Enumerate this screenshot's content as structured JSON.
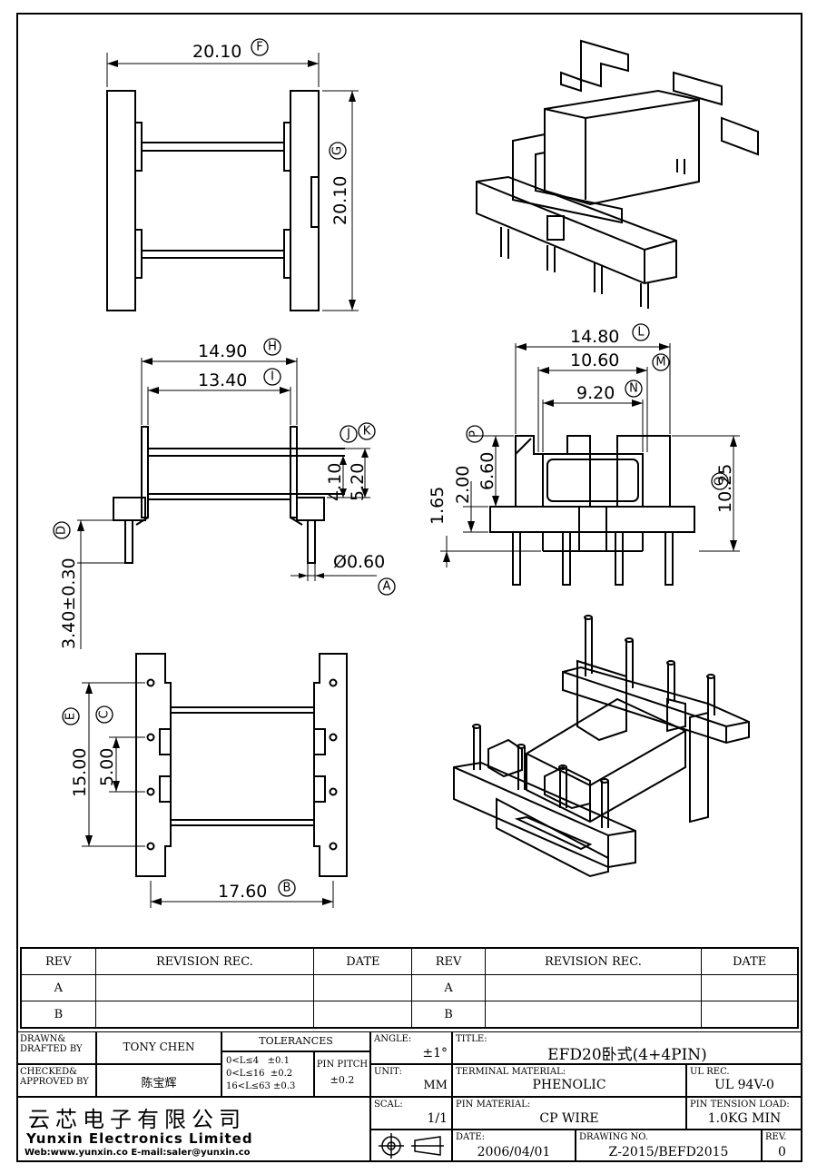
{
  "dims": {
    "d1": "20.10",
    "d1_tag": "F",
    "d2": "20.10",
    "d2_tag": "G",
    "d3": "14.90",
    "d3_tag": "H",
    "d4": "13.40",
    "d4_tag": "I",
    "d5a_tag": "J",
    "d5b_tag": "K",
    "d5": "4.10",
    "d6": "5.20",
    "d7": "3.40±0.30",
    "d7_tag": "D",
    "d8": "Ø0.60",
    "d8_tag": "A",
    "d9": "14.80",
    "d9_tag": "L",
    "d10": "10.60",
    "d10_tag": "M",
    "d11": "9.20",
    "d11_tag": "N",
    "d12": "6.60",
    "d12_tag": "P",
    "d13": "2.00",
    "d14": "1.65",
    "d15": "10.25",
    "d15_tag": "Q",
    "d16": "15.00",
    "d16_tag": "E",
    "d17": "5.00",
    "d17_tag": "C",
    "d18": "17.60",
    "d18_tag": "B"
  },
  "revision": {
    "headers": [
      "REV",
      "REVISION REC.",
      "DATE",
      "REV",
      "REVISION REC.",
      "DATE"
    ],
    "rows": [
      [
        "A",
        "",
        "",
        "A",
        "",
        ""
      ],
      [
        "B",
        "",
        "",
        "B",
        "",
        ""
      ]
    ]
  },
  "titleblock": {
    "drawn_label": "DRAWN&\nDRAFTED BY",
    "drawn_value": "TONY CHEN",
    "checked_label": "CHECKED&\nAPPROVED BY",
    "checked_value": "陈宝辉",
    "tolerances_label": "TOLERANCES",
    "tol_rows": [
      [
        "0<L≤4",
        "±0.1"
      ],
      [
        "0<L≤16",
        "±0.2"
      ],
      [
        "16<L≤63",
        "±0.3"
      ]
    ],
    "pin_pitch_label": "PIN PITCH",
    "pin_pitch_value": "±0.2",
    "angle_label": "ANGLE:",
    "angle_value": "±1°",
    "unit_label": "UNIT:",
    "unit_value": "MM",
    "scal_label": "SCAL:",
    "scal_value": "1/1",
    "title_label": "TITLE:",
    "title_value": "EFD20卧式(4+4PIN)",
    "terminal_label": "TERMINAL MATERIAL:",
    "terminal_value": "PHENOLIC",
    "ul_label": "UL REC.",
    "ul_value": "UL 94V-0",
    "pin_mat_label": "PIN MATERIAL:",
    "pin_mat_value": "CP WIRE",
    "tension_label": "PIN TENSION LOAD:",
    "tension_value": "1.0KG MIN",
    "date_label": "DATE:",
    "date_value": "2006/04/01",
    "drawing_label": "DRAWING NO.",
    "drawing_value": "Z-2015/BEFD2015",
    "rev_label": "REV.",
    "rev_value": "0",
    "company_cn": "云芯电子有限公司",
    "company_en": "Yunxin Electronics Limited",
    "company_web": "Web:www.yunxin.co E-mail:saler@yunxin.co"
  }
}
